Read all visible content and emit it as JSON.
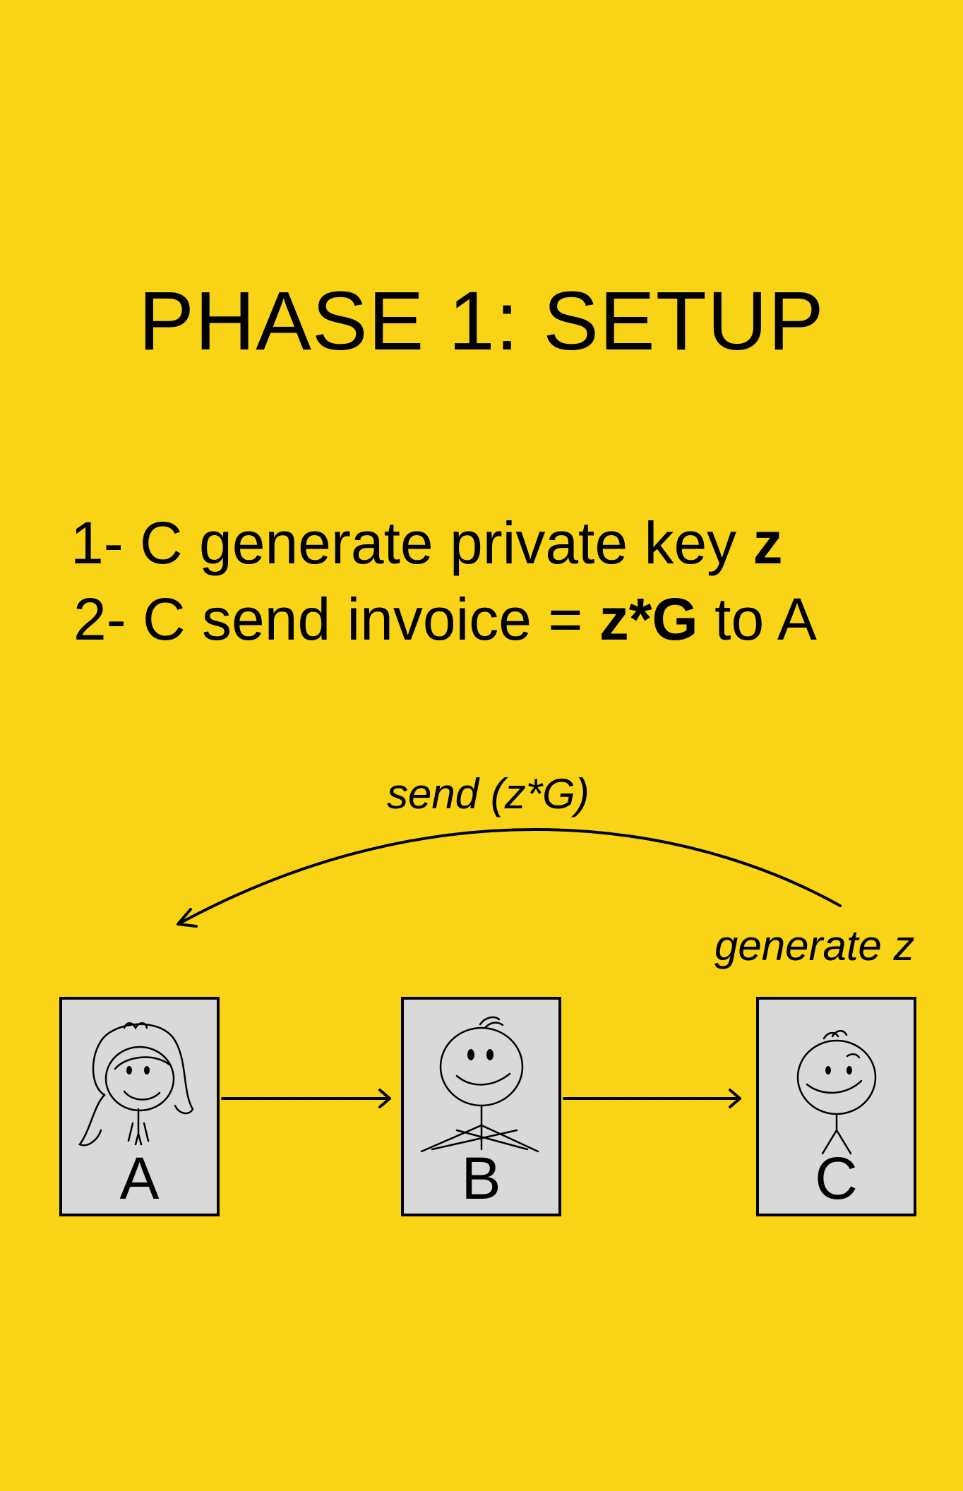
{
  "title": "PHASE 1:  SETUP",
  "steps": [
    {
      "prefix": "1- C generate private key ",
      "bold": "z",
      "suffix": ""
    },
    {
      "prefix": "2- C send invoice = ",
      "bold": "z*G",
      "suffix": " to A"
    }
  ],
  "diagram": {
    "send_label": "send (z*G)",
    "generate_label": "generate z",
    "nodes": [
      {
        "id": "A",
        "label": "A",
        "icon": "girl-stick-figure-icon"
      },
      {
        "id": "B",
        "label": "B",
        "icon": "boy-arms-crossed-stick-figure-icon"
      },
      {
        "id": "C",
        "label": "C",
        "icon": "boy-stick-figure-icon"
      }
    ]
  },
  "colors": {
    "background": "#F9D315",
    "box": "#D9D9D9",
    "ink": "#000000"
  }
}
